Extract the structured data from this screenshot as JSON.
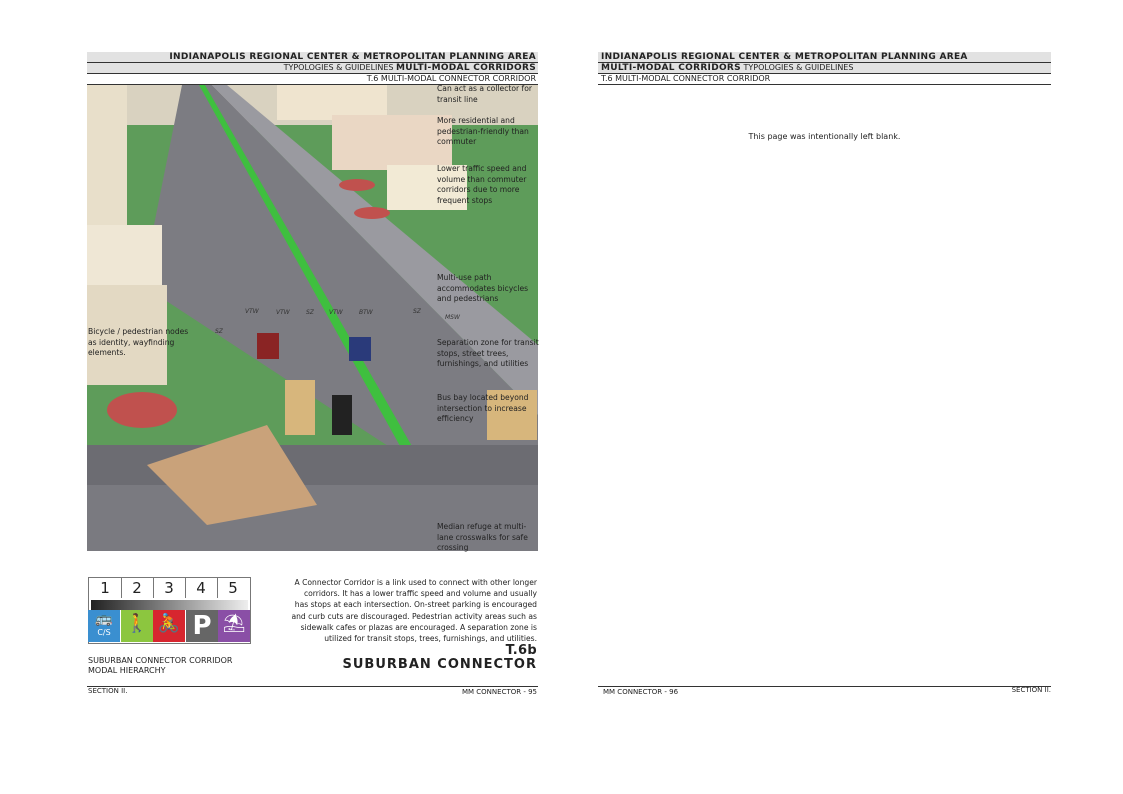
{
  "left_page": {
    "header": {
      "line1": "INDIANAPOLIS REGIONAL CENTER & METROPOLITAN PLANNING AREA",
      "line2_regular": "TYPOLOGIES & GUIDELINES ",
      "line2_bold": "MULTI-MODAL CORRIDORS",
      "line3": "T.6 MULTI-MODAL CONNECTOR CORRIDOR"
    },
    "annotations": [
      "Can act as a collector for transit line",
      "More residential and pedestrian-friendly than commuter",
      "Lower traffic speed and volume than commuter corridors due to more frequent stops",
      "Multi-use path accommodates bicycles and pedestrians",
      "Separation zone for transit stops, street trees, furnishings, and utilities",
      "Bus bay located beyond intersection to increase efficiency",
      "Median refuge at multi-lane crosswalks for safe crossing",
      "Bicycle / pedestrian nodes as identity, wayfinding elements."
    ],
    "lane_labels": [
      "VTW",
      "VTW",
      "SZ",
      "VTW",
      "BTW",
      "SZ",
      "MSW",
      "SZ"
    ],
    "hierarchy": {
      "numbers": [
        "1",
        "2",
        "3",
        "4",
        "5"
      ],
      "icons": [
        {
          "name": "bus-icon",
          "label": "C/S",
          "color": "#3a8fd0"
        },
        {
          "name": "pedestrian-icon",
          "color": "#8cc63f"
        },
        {
          "name": "bicycle-icon",
          "color": "#d7262f"
        },
        {
          "name": "parking-icon",
          "label": "P",
          "color": "#666666"
        },
        {
          "name": "cafe-table-icon",
          "color": "#8a4fa6"
        }
      ],
      "caption1": "SUBURBAN CONNECTOR CORRIDOR",
      "caption2": "MODAL HIERARCHY"
    },
    "description": "A Connector Corridor is a link used to connect with other longer corridors.  It has a lower traffic speed and volume and usually has stops at each intersection.  On-street parking is encouraged and curb cuts are discouraged.  Pedestrian activity areas  such as sidewalk cafes or plazas are encouraged.  A separation zone is utilized for transit stops, trees, furnishings, and utilities.",
    "code": "T.6b",
    "title": "SUBURBAN CONNECTOR",
    "footer_left": "SECTION II.",
    "footer_right": "MM CONNECTOR - 95"
  },
  "right_page": {
    "header": {
      "line1": "INDIANAPOLIS REGIONAL CENTER & METROPOLITAN PLANNING AREA",
      "line2_bold": "MULTI-MODAL CORRIDORS",
      "line2_regular": " TYPOLOGIES & GUIDELINES",
      "line3": "T.6 MULTI-MODAL CONNECTOR CORRIDOR"
    },
    "blank_notice": "This page was intentionally left blank.",
    "footer_left": "MM CONNECTOR - 96",
    "footer_right": "SECTION II."
  }
}
